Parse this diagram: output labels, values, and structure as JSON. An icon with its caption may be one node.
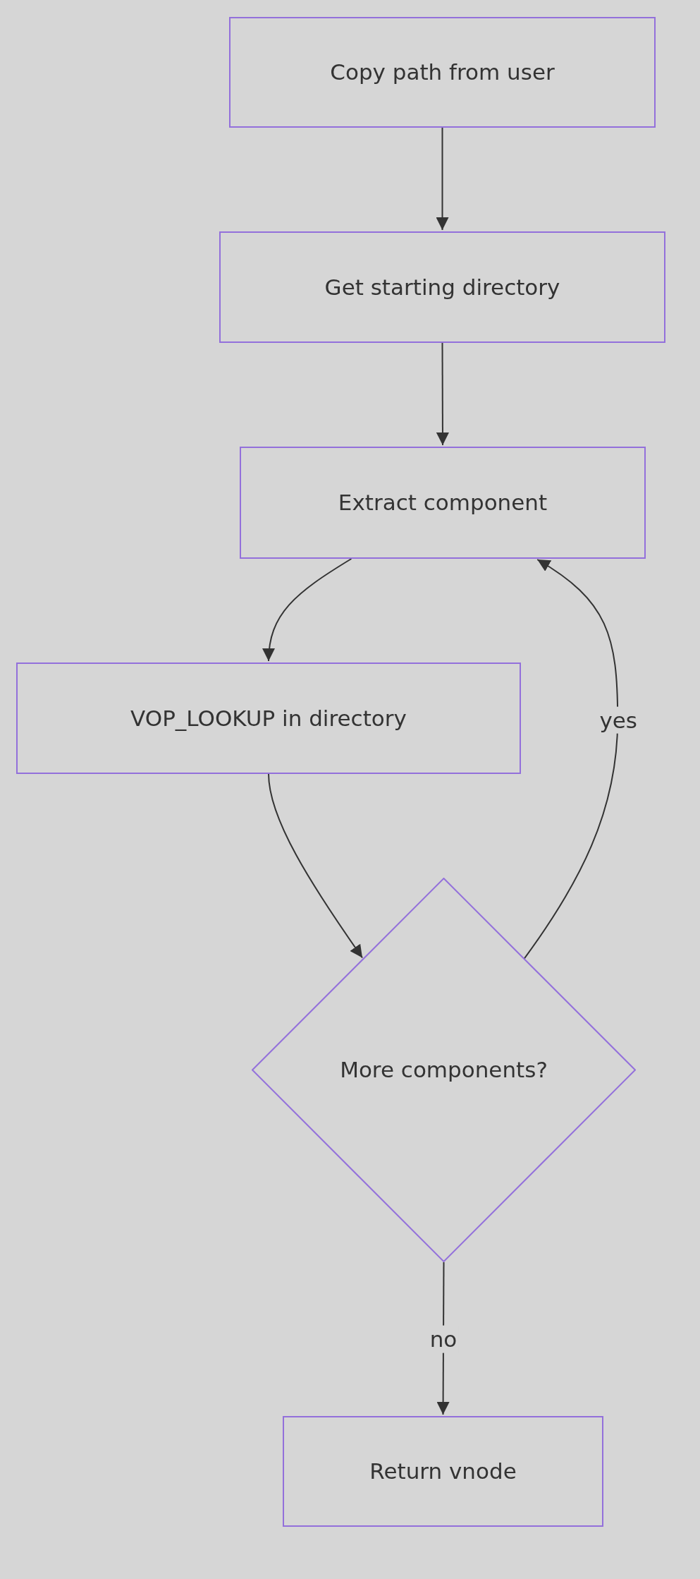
{
  "diagram": {
    "nodes": [
      {
        "text": [
          "Copy path from user"
        ]
      },
      {
        "text": [
          "Get starting directory"
        ]
      },
      {
        "text": [
          "Extract component"
        ]
      },
      {
        "text": [
          "VOP_LOOKUP in directory"
        ]
      },
      {
        "text": [
          "More components?"
        ]
      },
      {
        "text": [
          "Return vnode"
        ]
      }
    ],
    "edges": [
      {
        "from": 0,
        "to": 1,
        "arrow": "to"
      },
      {
        "from": 1,
        "to": 2,
        "arrow": "to"
      },
      {
        "from": 2,
        "to": 3,
        "arrow": "to"
      },
      {
        "from": 3,
        "to": 4,
        "arrow": "to"
      },
      {
        "from": 4,
        "to": 2,
        "arrow": "to",
        "label": "yes"
      },
      {
        "from": 4,
        "to": 5,
        "arrow": "to",
        "label": "no"
      }
    ]
  }
}
